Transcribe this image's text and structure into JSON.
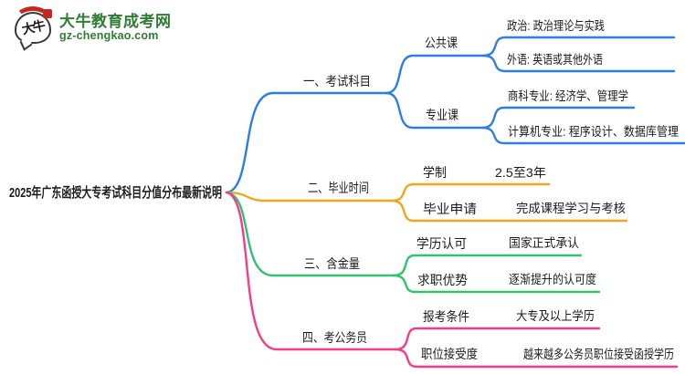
{
  "site": {
    "logo_mark": "大牛",
    "name": "大牛教育成考网",
    "domain": "gz-chengkao.com",
    "brand_green": "#2e7d32",
    "seal_red": "#c5281c"
  },
  "mindmap": {
    "root": "2025年广东函授大专考试科目分值分布最新说明",
    "branches": [
      {
        "label": "一、考试科目",
        "color": "#2b7fe3",
        "children": [
          {
            "label": "公共课",
            "items": [
              "政治: 政治理论与实践",
              "外语: 英语或其他外语"
            ]
          },
          {
            "label": "专业课",
            "items": [
              "商科专业: 经济学、管理学",
              "计算机专业: 程序设计、数据库管理"
            ]
          }
        ]
      },
      {
        "label": "二、毕业时间",
        "color": "#f5a51d",
        "children": [
          {
            "label": "学制",
            "value": "2.5至3年"
          },
          {
            "label": "毕业申请",
            "value": "完成课程学习与考核"
          }
        ]
      },
      {
        "label": "三、含金量",
        "color": "#2dc46e",
        "children": [
          {
            "label": "学历认可",
            "value": "国家正式承认"
          },
          {
            "label": "求职优势",
            "value": "逐渐提升的认可度"
          }
        ]
      },
      {
        "label": "四、考公务员",
        "color": "#f83a8a",
        "children": [
          {
            "label": "报考条件",
            "value": "大专及以上学历"
          },
          {
            "label": "职位接受度",
            "value": "越来越多公务员职位接受函授学历"
          }
        ]
      }
    ]
  }
}
